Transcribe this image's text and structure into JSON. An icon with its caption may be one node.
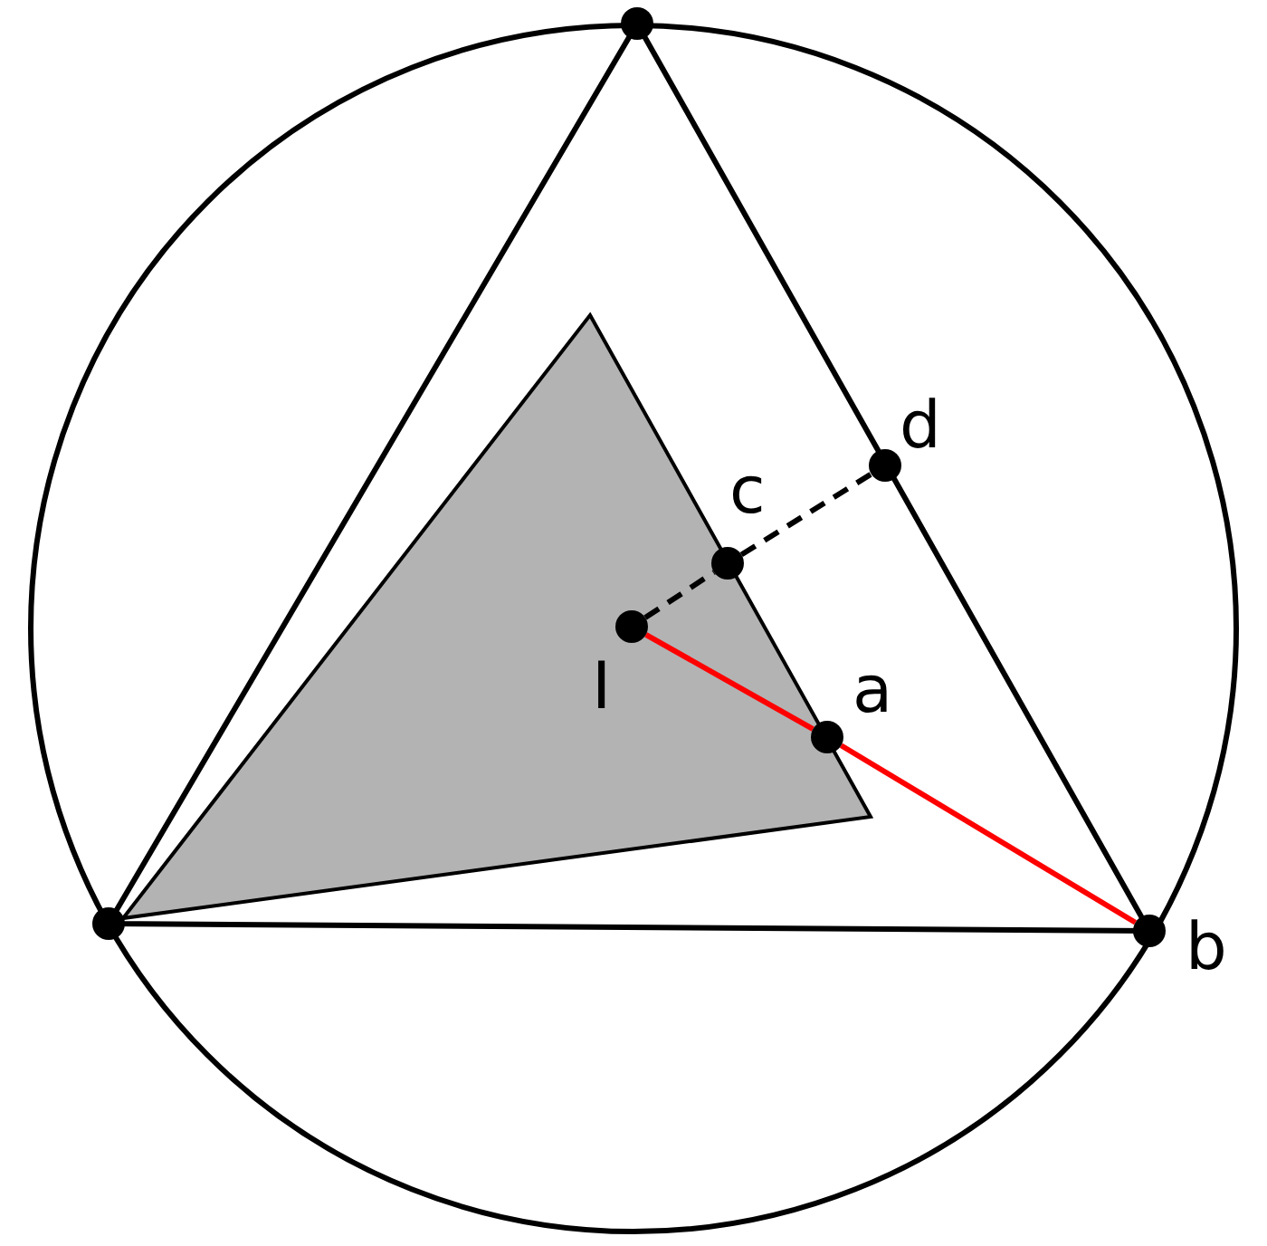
{
  "diagram": {
    "nodes": [
      {
        "text": [],
        "shape": "circle",
        "beside": [
          "I"
        ]
      },
      {
        "text": [],
        "shape": "circle",
        "beside": [
          "a"
        ]
      },
      {
        "text": [],
        "shape": "circle",
        "beside": [
          "b"
        ]
      },
      {
        "text": [],
        "shape": "circle",
        "beside": [
          "c"
        ]
      },
      {
        "text": [],
        "shape": "circle",
        "beside": [
          "d"
        ]
      }
    ],
    "edges": [
      {
        "from": 0,
        "to": 1,
        "arrow": "none",
        "color": "#ff0000"
      },
      {
        "from": 1,
        "to": 2,
        "arrow": "none",
        "color": "#ff0000"
      },
      {
        "from": 0,
        "to": 3,
        "arrow": "none",
        "style": "dashed",
        "color": "#000000"
      },
      {
        "from": 3,
        "to": 4,
        "arrow": "none",
        "style": "dashed",
        "color": "#000000"
      }
    ]
  }
}
